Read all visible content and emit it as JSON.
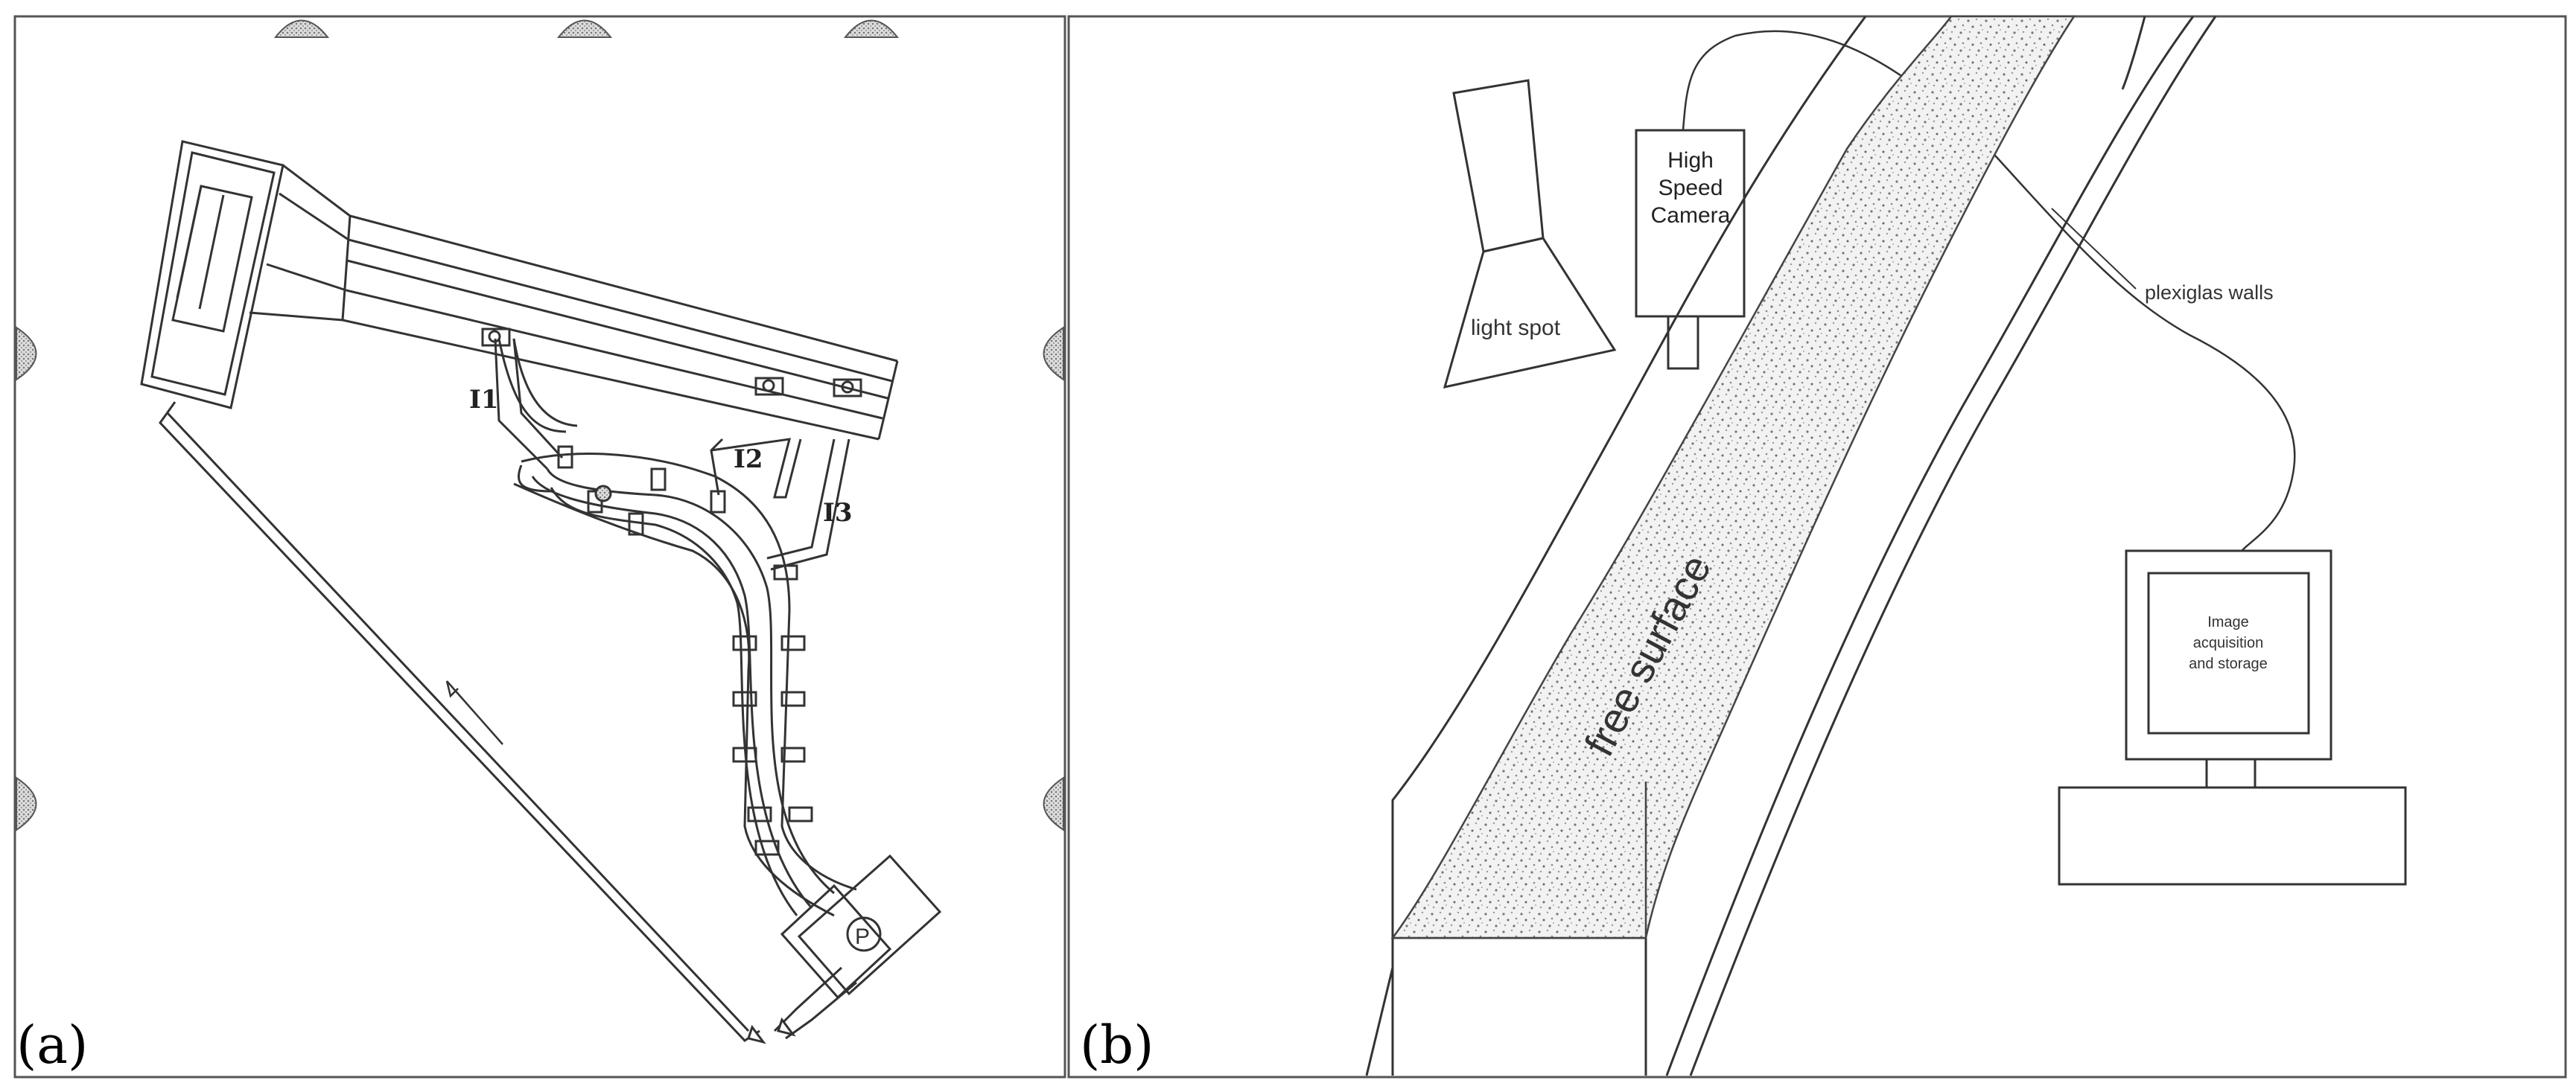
{
  "panel_a": {
    "letter": "(a)",
    "inlet_labels": {
      "i1": "I1",
      "i2": "I2",
      "i3": "I3"
    },
    "pump_label": "P"
  },
  "panel_b": {
    "letter": "(b)",
    "camera_label": [
      "High",
      "Speed",
      "Camera"
    ],
    "light_label": "light spot",
    "walls_label": "plexiglas walls",
    "surface_label": "free surface",
    "monitor_label": [
      "Image",
      "acquisition",
      "and storage"
    ]
  },
  "colors": {
    "line": "#333333",
    "border": "#555555",
    "light_fixture": "#bbbbbb",
    "stipple": "#e6e6e6"
  }
}
